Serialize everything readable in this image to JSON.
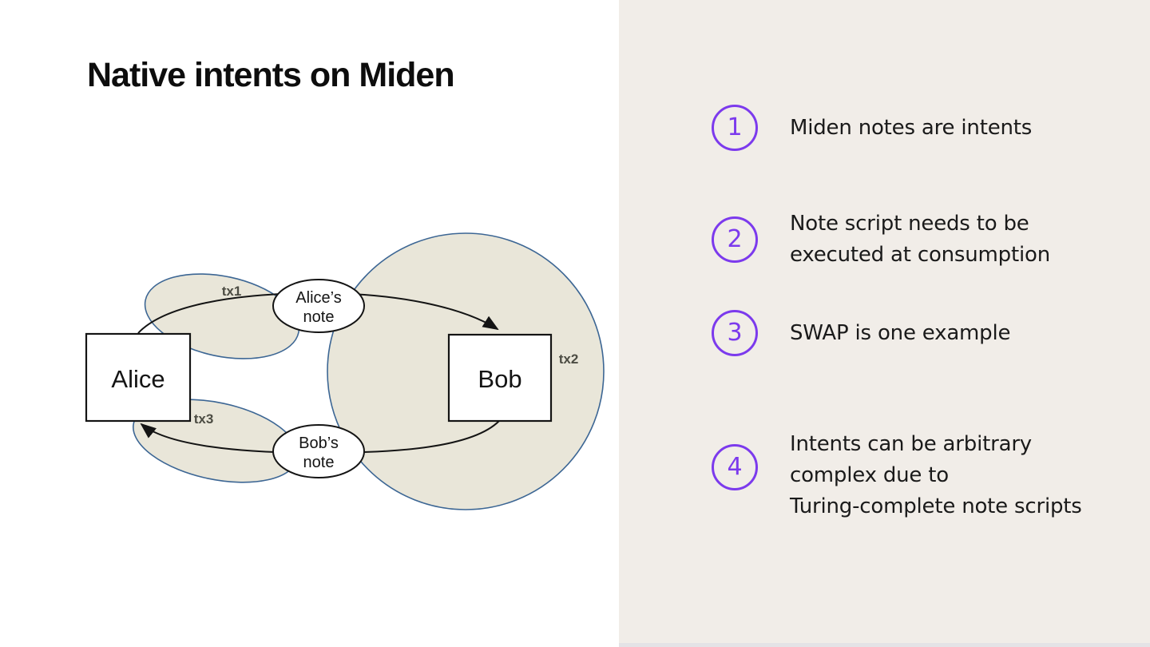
{
  "slide": {
    "title": "Native intents on Miden"
  },
  "diagram": {
    "nodes": {
      "alice": "Alice",
      "bob": "Bob"
    },
    "alice_note": [
      "Alice’s",
      "note"
    ],
    "bob_note": [
      "Bob’s",
      "note"
    ],
    "tx_labels": {
      "tx1": "tx1",
      "tx2": "tx2",
      "tx3": "tx3"
    }
  },
  "panel": {
    "items": [
      {
        "number": "1",
        "lines": [
          "Miden notes are intents"
        ]
      },
      {
        "number": "2",
        "lines": [
          "Note script needs to be",
          "executed at consumption"
        ]
      },
      {
        "number": "3",
        "lines": [
          "SWAP is one example"
        ]
      },
      {
        "number": "4",
        "lines": [
          "Intents can be arbitrary",
          "complex due to",
          "Turing-complete note scripts"
        ]
      }
    ]
  },
  "colors": {
    "panel_background": "#f1ede8",
    "accent_purple": "#7c3aed",
    "region_fill": "#e9e6d9",
    "region_stroke": "#3c6694",
    "arrow_black": "#141414",
    "tx_label_gray": "#4c4c43",
    "text_dark": "#1a1a1a"
  }
}
